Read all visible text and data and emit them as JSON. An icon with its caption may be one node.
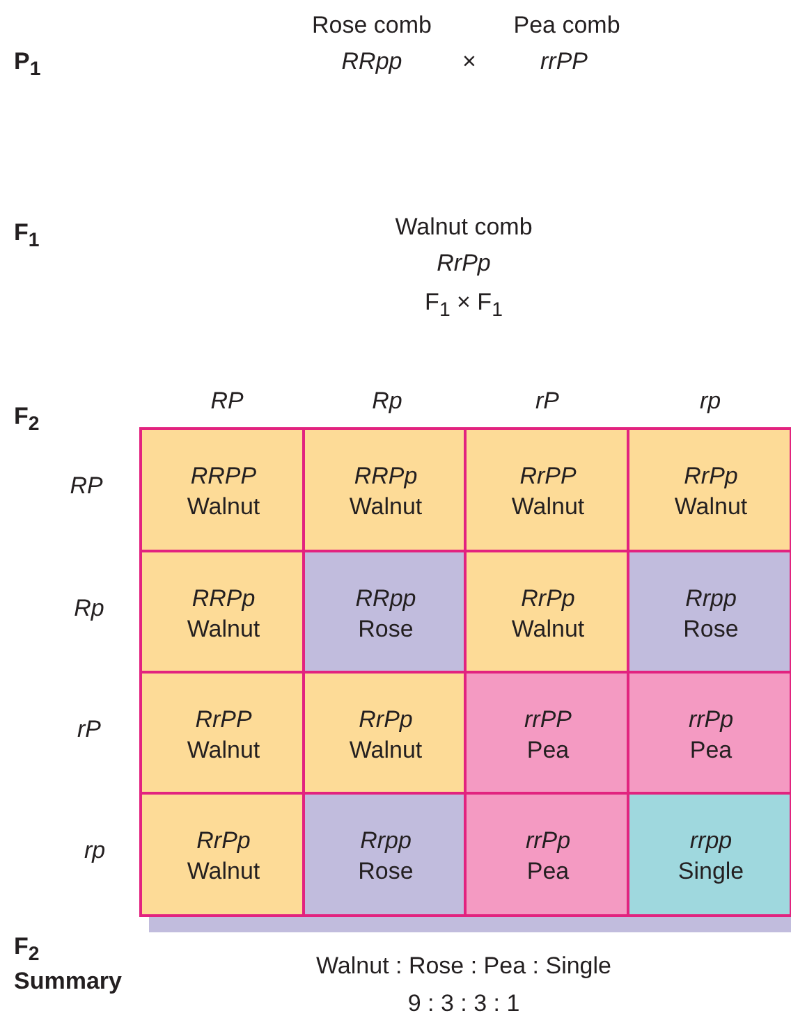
{
  "diagram": {
    "labels": [
      "Rose comb",
      "Pea comb",
      "P$_{1}$",
      "RRpp",
      "×",
      "rrPP",
      "F$_{1}$",
      "Walnut comb",
      "RrPp",
      "F$_{1}$ × F$_{1}$",
      "F$_{2}$",
      "RP",
      "Rp",
      "rP",
      "rp",
      "RP",
      "RRPP",
      "Walnut",
      "RRPp",
      "Walnut",
      "RrPP",
      "Walnut",
      "RrPp",
      "Walnut",
      "Rp",
      "RRPp",
      "Walnut",
      "RRpp",
      "Rose",
      "RrPp",
      "Walnut",
      "Rrpp",
      "Rose",
      "rP",
      "RrPP",
      "Walnut",
      "RrPp",
      "Walnut",
      "rrPP",
      "Pea",
      "rrPp",
      "Pea",
      "rp",
      "RrPp",
      "Walnut",
      "Rrpp",
      "Rose",
      "rrPp",
      "Pea",
      "rrpp",
      "Single",
      "F$_{2}$",
      "Summary",
      "Walnut : Rose : Pea : Single",
      "9 : 3 : 3 : 1"
    ]
  }
}
